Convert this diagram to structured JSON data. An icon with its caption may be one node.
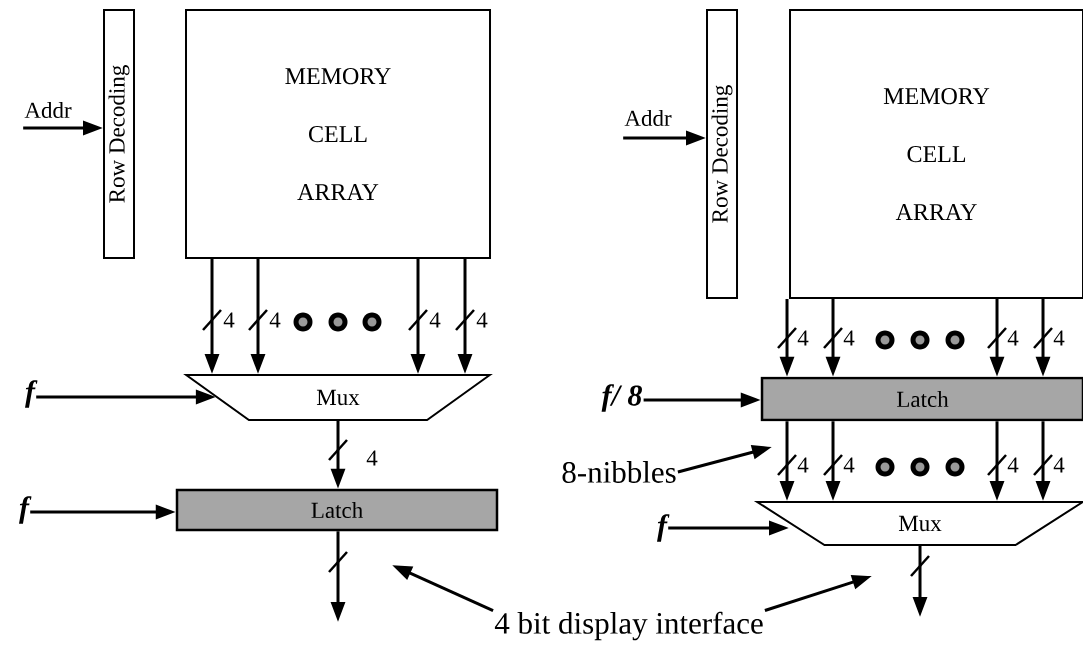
{
  "diagram": {
    "nodes": [
      {
        "text": [
          "Row Decoding"
        ]
      },
      {
        "text": [
          "MEMORY CELL ARRAY"
        ]
      },
      {
        "text": [
          "Addr"
        ]
      },
      {
        "text": [
          "f"
        ]
      },
      {
        "text": [
          "Mux"
        ]
      },
      {
        "text": [
          "f"
        ]
      },
      {
        "text": [
          "Latch"
        ]
      },
      {
        "text": [
          "Row Decoding"
        ]
      },
      {
        "text": [
          "MEMORY CELL ARRAY"
        ]
      },
      {
        "text": [
          "Addr"
        ]
      },
      {
        "text": [
          "f/ 8"
        ]
      },
      {
        "text": [
          "Latch"
        ]
      },
      {
        "text": [
          "8-nibbles"
        ]
      },
      {
        "text": [
          "f"
        ]
      },
      {
        "text": [
          "Mux"
        ]
      },
      {
        "text": [
          "4 bit display interface"
        ]
      }
    ],
    "edges": [
      {
        "from": 2,
        "to": 0,
        "arrow": "to"
      },
      {
        "from": 1,
        "to": 4,
        "arrow": "to",
        "label": "4"
      },
      {
        "from": 1,
        "to": 4,
        "arrow": "to",
        "label": "4"
      },
      {
        "from": 1,
        "to": 4,
        "arrow": "to",
        "label": "4"
      },
      {
        "from": 1,
        "to": 4,
        "arrow": "to",
        "label": "4"
      },
      {
        "from": 3,
        "to": 4,
        "arrow": "to"
      },
      {
        "from": 4,
        "to": 6,
        "arrow": "to",
        "label": "4"
      },
      {
        "from": 5,
        "to": 6,
        "arrow": "to"
      },
      {
        "from": 6,
        "to": null,
        "arrow": "to"
      },
      {
        "from": 9,
        "to": 7,
        "arrow": "to"
      },
      {
        "from": 8,
        "to": 11,
        "arrow": "to",
        "label": "4"
      },
      {
        "from": 8,
        "to": 11,
        "arrow": "to",
        "label": "4"
      },
      {
        "from": 8,
        "to": 11,
        "arrow": "to",
        "label": "4"
      },
      {
        "from": 8,
        "to": 11,
        "arrow": "to",
        "label": "4"
      },
      {
        "from": 10,
        "to": 11,
        "arrow": "to"
      },
      {
        "from": 11,
        "to": 14,
        "arrow": "to",
        "label": "4"
      },
      {
        "from": 11,
        "to": 14,
        "arrow": "to",
        "label": "4"
      },
      {
        "from": 11,
        "to": 14,
        "arrow": "to",
        "label": "4"
      },
      {
        "from": 11,
        "to": 14,
        "arrow": "to",
        "label": "4"
      },
      {
        "from": 12,
        "to": null,
        "arrow": "to"
      },
      {
        "from": 13,
        "to": 14,
        "arrow": "to"
      },
      {
        "from": 14,
        "to": null,
        "arrow": "to"
      },
      {
        "from": 15,
        "to": null,
        "arrow": "to"
      },
      {
        "from": 15,
        "to": null,
        "arrow": "to"
      }
    ]
  }
}
